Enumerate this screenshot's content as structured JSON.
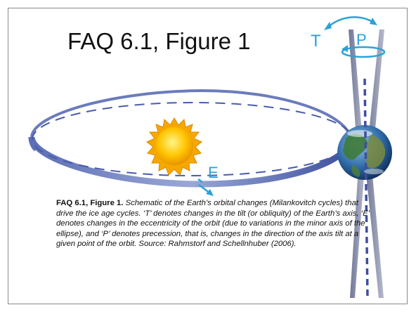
{
  "title": "FAQ 6.1, Figure 1",
  "labels": {
    "tilt": "T",
    "precession": "P",
    "eccentricity": "E"
  },
  "caption": {
    "heading": "FAQ 6.1, Figure 1.",
    "body": " Schematic of the Earth’s orbital changes (Milankovitch cycles) that drive the ice age cycles. ‘T’ denotes changes in the tilt (or obliquity) of the Earth’s axis, ‘E’ denotes changes in the eccentricity of the orbit (due to variations in the minor axis of the ellipse), and ‘P’ denotes precession, that is, changes in the direction of the axis tilt at a given point of the orbit. Source: Rahmstorf and Schellnhuber (2006)."
  },
  "colors": {
    "orbit": "#5b6fb4",
    "arrow": "#2aa2d8",
    "sun": "#f5b400",
    "cone": "#8a8fa6",
    "axis": "#3f4ea0"
  }
}
